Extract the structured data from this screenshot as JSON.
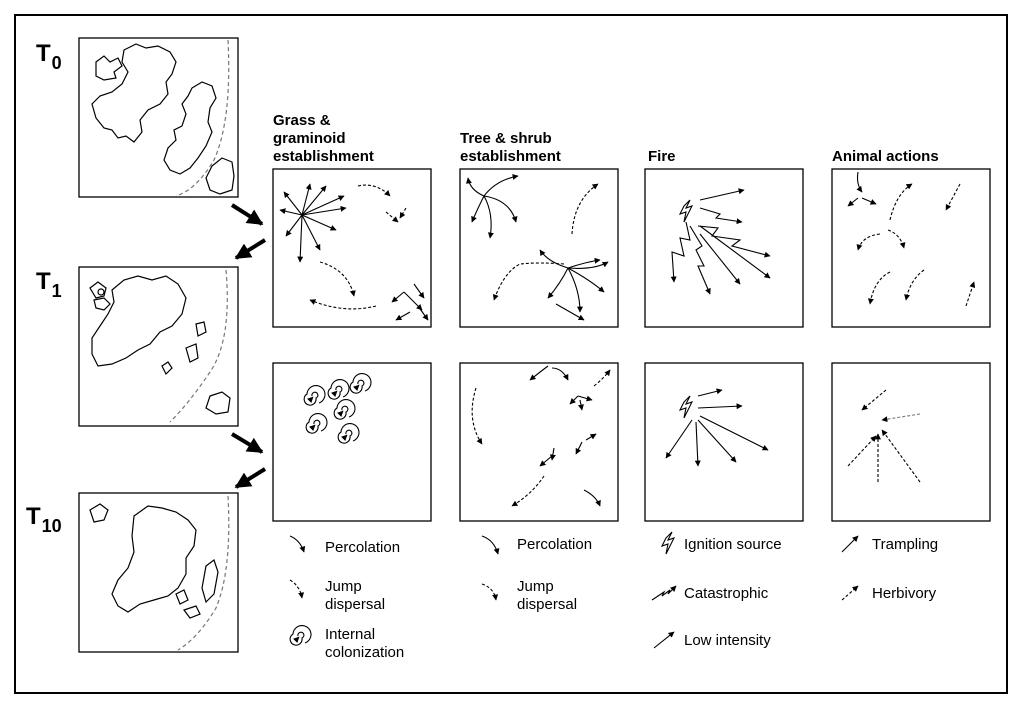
{
  "time_labels": [
    {
      "main": "T",
      "sub": "0"
    },
    {
      "main": "T",
      "sub": "1"
    },
    {
      "main": "T",
      "sub": "10"
    }
  ],
  "columns": [
    {
      "title_lines": [
        "Grass &",
        "graminoid",
        "establishment"
      ]
    },
    {
      "title_lines": [
        "Tree & shrub",
        "establishment"
      ]
    },
    {
      "title_lines": [
        "Fire"
      ]
    },
    {
      "title_lines": [
        "Animal actions"
      ]
    }
  ],
  "legend": {
    "grass": {
      "percolation": "Percolation",
      "jump": [
        "Jump",
        "dispersal"
      ],
      "internal": [
        "Internal",
        "colonization"
      ]
    },
    "tree": {
      "percolation": "Percolation",
      "jump": [
        "Jump",
        "dispersal"
      ]
    },
    "fire": {
      "ignition": "Ignition source",
      "catastrophic": "Catastrophic",
      "low": "Low intensity"
    },
    "animal": {
      "trampling": "Trampling",
      "herbivory": "Herbivory"
    }
  }
}
